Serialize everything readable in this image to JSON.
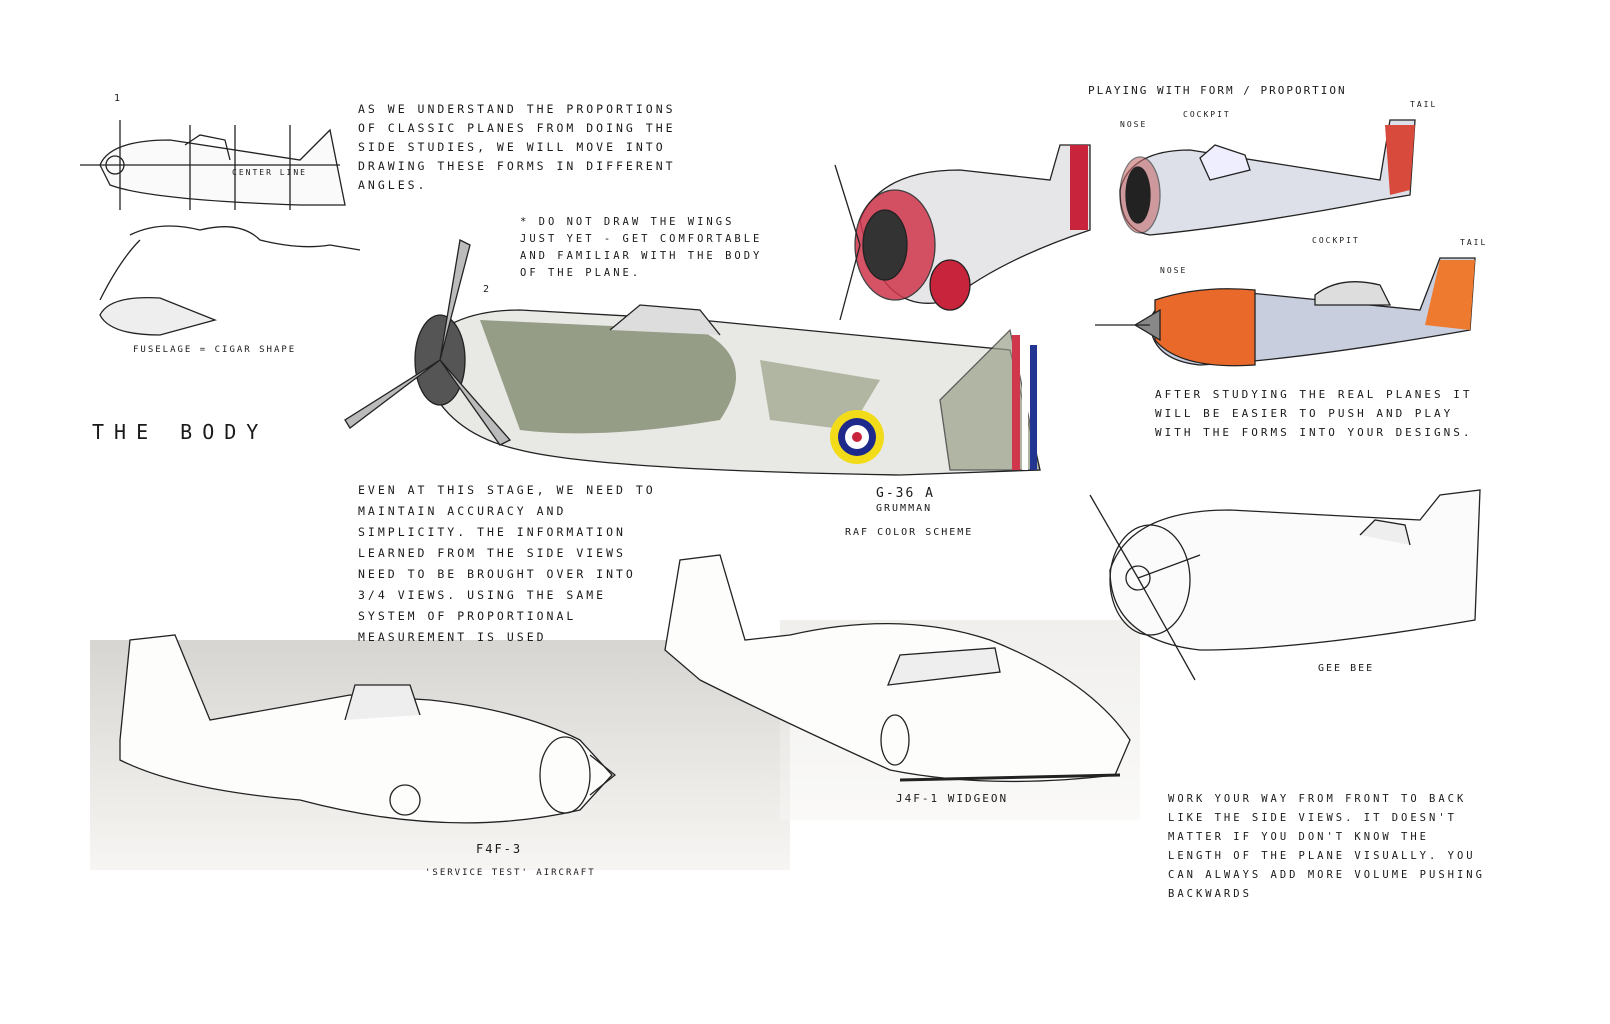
{
  "page_title": "THE BODY",
  "step_markers": [
    "1",
    "2"
  ],
  "intro_note": "AS WE UNDERSTAND THE PROPORTIONS OF CLASSIC PLANES FROM DOING THE SIDE STUDIES, WE WILL MOVE INTO DRAWING THESE FORMS IN DIFFERENT ANGLES.",
  "wings_note": "* DO NOT DRAW THE WINGS JUST YET - GET COMFORTABLE AND FAMILIAR WITH THE BODY OF THE PLANE.",
  "center_line_label": "CENTER LINE",
  "fuselage_label": "FUSELAGE = CIGAR SHAPE",
  "accuracy_note": "EVEN AT THIS STAGE, WE NEED TO MAINTAIN ACCURACY AND SIMPLICITY. THE INFORMATION LEARNED FROM THE SIDE VIEWS NEED TO BE BROUGHT OVER INTO 3/4 VIEWS. USING THE SAME SYSTEM OF PROPORTIONAL MEASUREMENT IS USED",
  "main_plane": {
    "model": "G-36 A",
    "maker": "GRUMMAN",
    "scheme": "RAF COLOR SCHEME"
  },
  "playing_title": "PLAYING WITH FORM / PROPORTION",
  "part_labels": {
    "nose": "NOSE",
    "cockpit": "COCKPIT",
    "tail": "TAIL"
  },
  "after_note": "AFTER STUDYING THE REAL PLANES IT WILL BE EASIER TO PUSH AND PLAY WITH THE FORMS INTO YOUR DESIGNS.",
  "gee_bee_label": "GEE BEE",
  "f4f_label": "F4F-3",
  "f4f_sub": "'SERVICE TEST' AIRCRAFT",
  "widgeon_label": "J4F-1 WIDGEON",
  "work_note": "WORK YOUR WAY FROM FRONT TO BACK LIKE THE SIDE VIEWS. IT DOESN'T MATTER IF YOU DON'T KNOW THE LENGTH OF THE PLANE VISUALLY. YOU CAN ALWAYS ADD MORE VOLUME PUSHING BACKWARDS",
  "colors": {
    "red": "#c8243c",
    "orange": "#e8692a",
    "camo_green": "#7a8468",
    "roundel_yellow": "#f2dc1a",
    "roundel_blue": "#1d2a8c",
    "blue_gray": "#aab3c8"
  }
}
